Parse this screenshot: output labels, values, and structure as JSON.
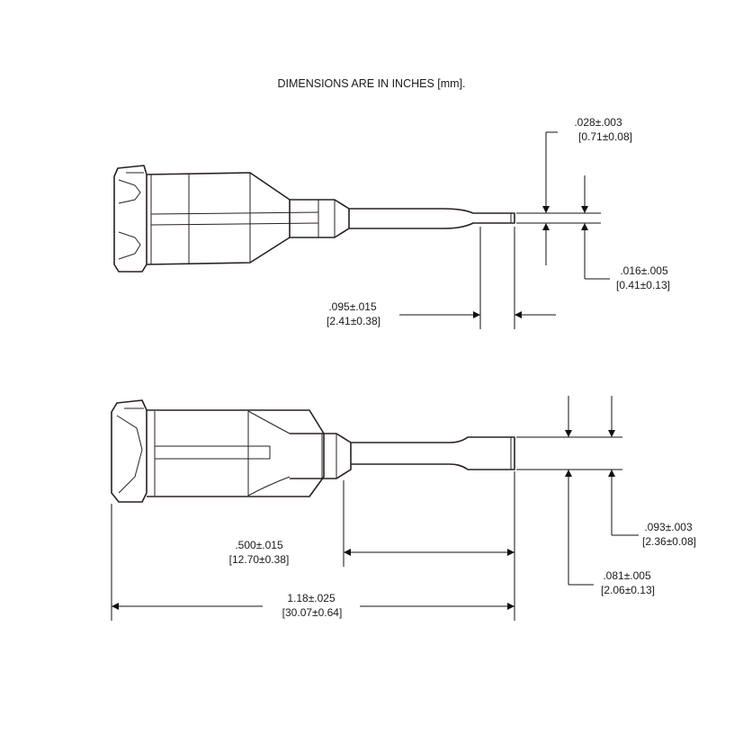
{
  "title": "DIMENSIONS ARE IN INCHES [mm].",
  "dimensions": {
    "tip_outer": {
      "inch": ".028±.003",
      "mm": "[0.71±0.08]"
    },
    "tip_inner": {
      "inch": ".016±.005",
      "mm": "[0.41±0.13]"
    },
    "tip_length": {
      "inch": ".095±.015",
      "mm": "[2.41±0.38]"
    },
    "tube_od": {
      "inch": ".093±.003",
      "mm": "[2.36±0.08]"
    },
    "tube_id": {
      "inch": ".081±.005",
      "mm": "[2.06±0.13]"
    },
    "tube_length": {
      "inch": ".500±.015",
      "mm": "[12.70±0.38]"
    },
    "overall_length": {
      "inch": "1.18±.025",
      "mm": "[30.07±0.64]"
    }
  },
  "colors": {
    "outline": "#2a2020",
    "dimension": "#111111",
    "background": "#ffffff"
  }
}
